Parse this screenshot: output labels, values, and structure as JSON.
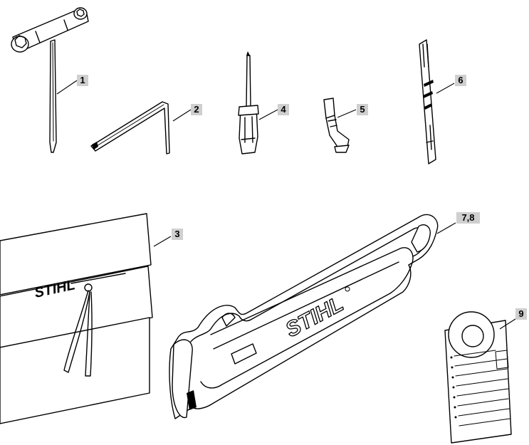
{
  "callouts": {
    "c1": "1",
    "c2": "2",
    "c3": "3",
    "c4": "4",
    "c5": "5",
    "c6": "6",
    "c78": "7,8",
    "c9": "9"
  },
  "logos": {
    "tool_roll": "STIHL",
    "bar_cover": "STIHL"
  },
  "colors": {
    "callout_bg": "#cfcfcf",
    "line": "#000000"
  }
}
